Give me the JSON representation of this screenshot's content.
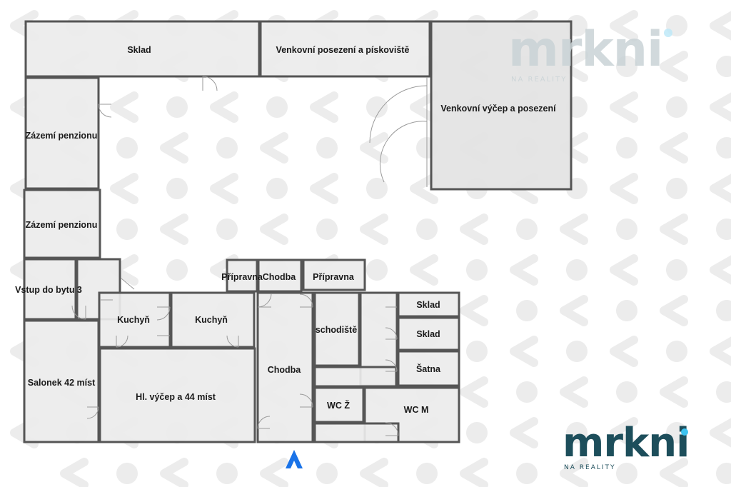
{
  "brand": {
    "logo_text": "mrkni",
    "logo_subtext": "NA REALITY",
    "watermark_text": "mrkni",
    "watermark_subtext": "NA REALITY",
    "colors": {
      "logo": "#1d4e5b",
      "accent": "#3cc3f0",
      "watermark": "#e6e6e6",
      "entrance": "#1a73e8",
      "wall": "#555555",
      "room_fill": "#ececec"
    }
  },
  "rooms": {
    "sklad_top": "Sklad",
    "venkovni_posezeni": "Venkovní posezení a pískoviště",
    "venkovni_vycep": "Venkovní výčep a posezení",
    "zazemi_1": "Zázemí penzionu",
    "zazemi_2": "Zázemí penzionu",
    "vstup_byt": "Vstup do bytu 3",
    "pripravna_1": "Přípravna",
    "chodba_small": "Chodba",
    "pripravna_2": "Přípravna",
    "kuchyn_1": "Kuchyň",
    "kuchyn_2": "Kuchyň",
    "schodiste": "schodiště",
    "sklad_r1": "Sklad",
    "sklad_r2": "Sklad",
    "satna": "Šatna",
    "salonek": "Salonek 42 míst",
    "hl_vycep": "Hl. výčep a 44 míst",
    "chodba_main": "Chodba",
    "wc_z": "WC Ž",
    "wc_m": "WC M"
  },
  "icons": {
    "entrance": "entrance-arrow-icon",
    "watermark_pattern": "chevron-dot-pattern-icon"
  }
}
